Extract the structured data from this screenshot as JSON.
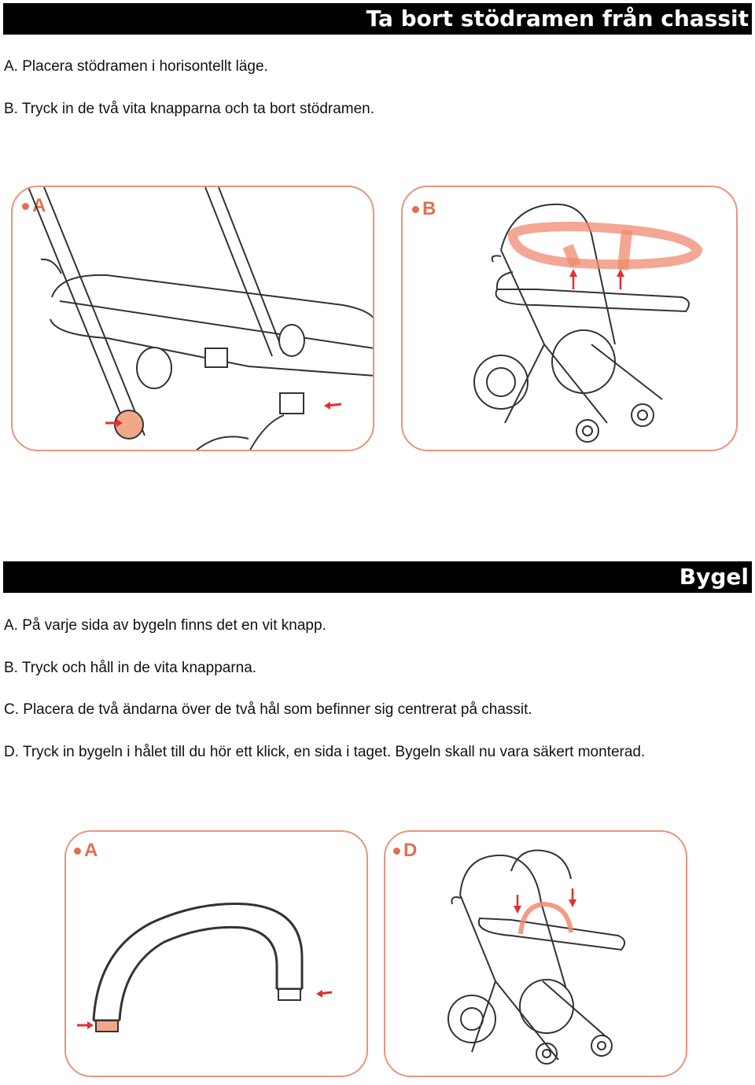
{
  "section1": {
    "title": "Ta bort stödramen från chassit",
    "steps": [
      "A. Placera stödramen i horisontellt läge.",
      "B. Tryck in de två vita knapparna och ta bort stödramen."
    ],
    "panel_labels": [
      "A",
      "B"
    ]
  },
  "section2": {
    "title": "Bygel",
    "steps": [
      "A. På varje sida av bygeln finns det en vit knapp.",
      "B. Tryck och håll in de vita knapparna.",
      "C. Placera de två ändarna över de två hål som befinner sig centrerat på chassit.",
      "D. Tryck in bygeln i hålet till du hör ett klick, en sida i taget. Bygeln skall nu vara säkert monterad."
    ],
    "panel_labels": [
      "A",
      "D"
    ]
  },
  "colors": {
    "header_bg": "#000000",
    "header_text": "#ffffff",
    "panel_border": "#e8957c",
    "accent": "#e07050"
  },
  "icons": [
    "arrow-icon",
    "bullet-dot-icon"
  ]
}
